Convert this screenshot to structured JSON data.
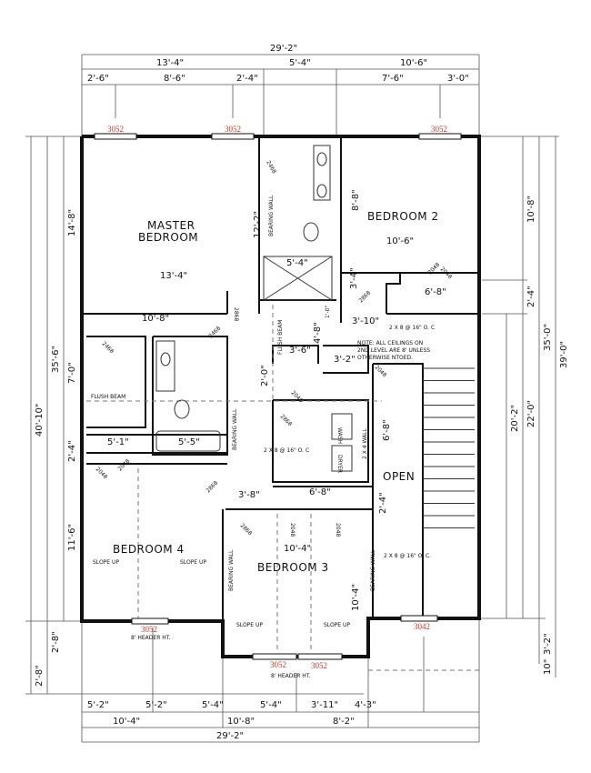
{
  "dims_top": [
    "29'-2\"",
    "13'-4\"",
    "5'-4\"",
    "10'-6\"",
    "2'-6\"",
    "8'-6\"",
    "2'-4\"",
    "7'-6\"",
    "3'-0\""
  ],
  "dims_bottom": [
    "5'-2\"",
    "5'-2\"",
    "5'-4\"",
    "5'-4\"",
    "3'-11\"",
    "4'-3\"",
    "10'-4\"",
    "10'-8\"",
    "8'-2\"",
    "29'-2\""
  ],
  "dims_left": [
    "40'-10\"",
    "35'-6\"",
    "14'-8\"",
    "7'-0\"",
    "2'-4\"",
    "11'-6\"",
    "2'-8\"",
    "2'-8\""
  ],
  "dims_right": [
    "10'-8\"",
    "2'-4\"",
    "35'-0\"",
    "39'-0\"",
    "20'-2\"",
    "22'-0\"",
    "3'-2\"",
    "10\""
  ],
  "dims_interior": [
    "13'-4\"",
    "10'-8\"",
    "5'-4\"",
    "10'-6\"",
    "6'-8\"",
    "3'-10\"",
    "3'-6\"",
    "3'-2\"",
    "5'-1\"",
    "5'-5\"",
    "3'-8\"",
    "6'-8\"",
    "10'-4\"",
    "12'-2\"",
    "8'-8\"",
    "3'-4\"",
    "4'-8\"",
    "2'-0\"",
    "6'-8\"",
    "2'-4\"",
    "10'-4\"",
    "1'-0\""
  ],
  "windows": [
    "3052",
    "3052",
    "3052",
    "3052",
    "3042",
    "3052",
    "3052"
  ],
  "header_notes": [
    "8' HEADER HT.",
    "8' HEADER HT."
  ],
  "rooms": {
    "master_line1": "MASTER",
    "master_line2": "BEDROOM",
    "bedroom2": "BEDROOM 2",
    "bedroom3": "BEDROOM 3",
    "bedroom4": "BEDROOM 4",
    "open": "OPEN"
  },
  "note": [
    "NOTE: ALL CEILINGS ON",
    "2ND LEVEL ARE 8' UNLESS",
    "OTHERWISE NTOED."
  ],
  "joists": [
    "2 X 8 @ 16\" O. C",
    "2 X 8 @ 16\" O. C",
    "2 X 8 @ 16\" O. C."
  ],
  "beams": [
    "FLUSH BEAM",
    "FLUSH BEAM"
  ],
  "bearing_walls": [
    "BEARING WALL",
    "BEARING WALL",
    "BEARING WALL",
    "BEARING WALL",
    "2 X 4 WALL"
  ],
  "slope": [
    "SLOPE UP",
    "SLOPE UP",
    "SLOPE UP",
    "SLOPE UP"
  ],
  "doors": [
    "2468",
    "2868",
    "2468",
    "2468",
    "2048",
    "2048",
    "2868",
    "2048",
    "2048",
    "2868",
    "2868",
    "2048",
    "2048",
    "2048",
    "2048",
    "2868"
  ],
  "fixtures": [
    "WASH",
    "DRYER"
  ]
}
